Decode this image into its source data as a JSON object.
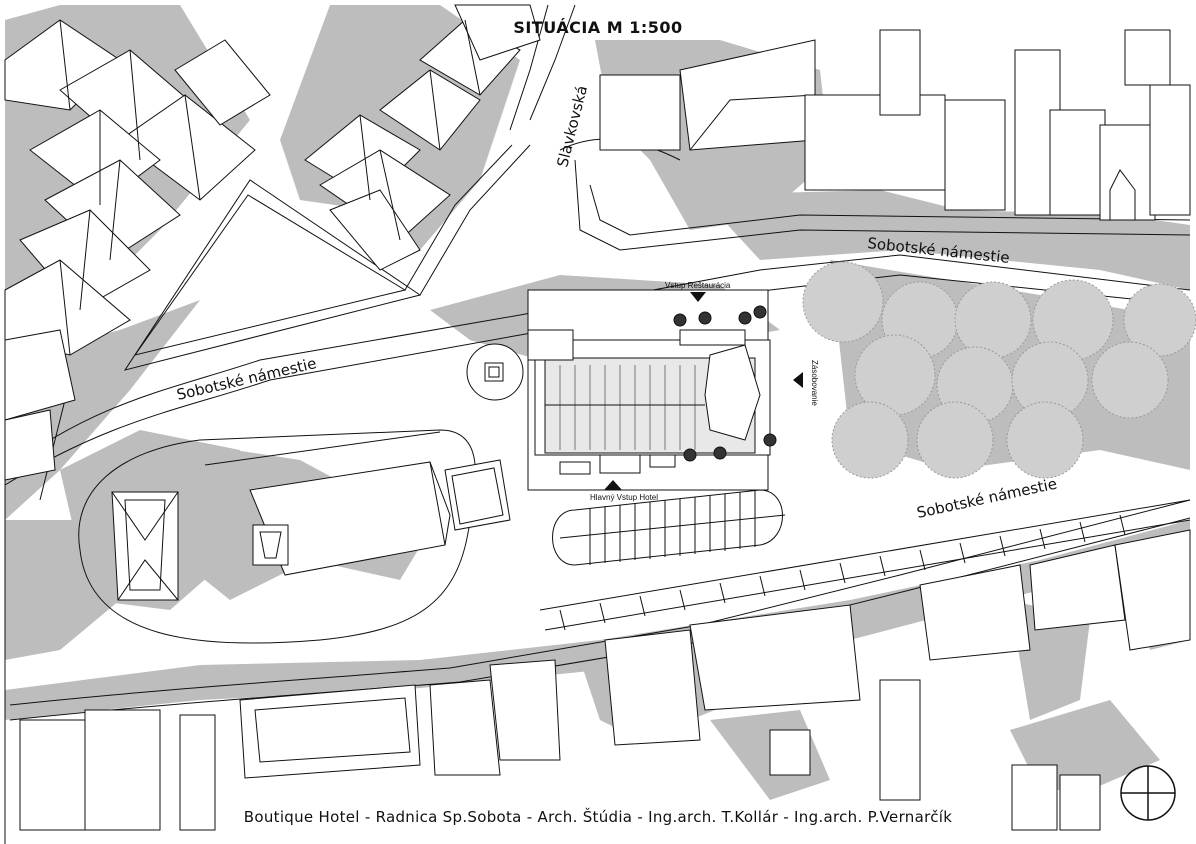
{
  "map": {
    "title": "SITUÁCIA  M 1:500",
    "labels": {
      "street_slavkovska": "Slavkovská",
      "square_top": "Sobotské námestie",
      "square_left": "Sobotské námestie",
      "square_right": "Sobotské námestie",
      "restaurant_entrance": "Vstup Reštaurácia",
      "hotel_entrance": "Hlavný Vstup Hotel",
      "delivery_entrance": "Zásobovanie"
    },
    "credits": "Boutique Hotel - Radnica Sp.Sobota - Arch. Štúdia - Ing.arch. T.Kollár - Ing.arch. P.Vernarčík",
    "colors": {
      "shadow": "#bdbdbd",
      "tree": "#cfcfcf",
      "line": "#111111",
      "paper": "#ffffff"
    },
    "icons": {
      "north_arrow": "north-arrow-icon",
      "entrance_marker": "triangle-marker-icon"
    }
  }
}
